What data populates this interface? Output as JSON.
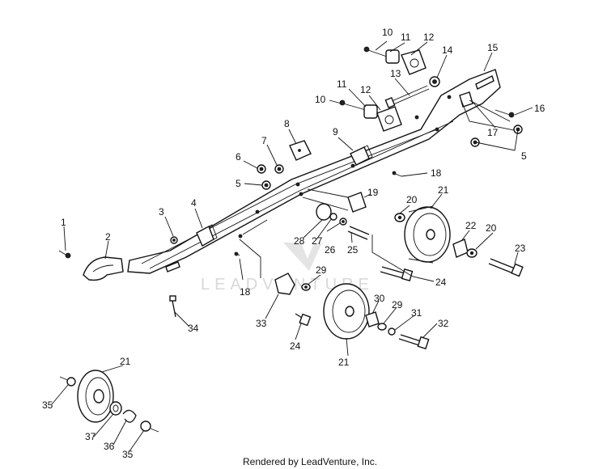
{
  "diagram": {
    "callouts": [
      {
        "id": "c1",
        "text": "1"
      },
      {
        "id": "c2",
        "text": "2"
      },
      {
        "id": "c3",
        "text": "3"
      },
      {
        "id": "c4",
        "text": "4"
      },
      {
        "id": "c5a",
        "text": "5"
      },
      {
        "id": "c5b",
        "text": "5"
      },
      {
        "id": "c6",
        "text": "6"
      },
      {
        "id": "c7",
        "text": "7"
      },
      {
        "id": "c8",
        "text": "8"
      },
      {
        "id": "c9",
        "text": "9"
      },
      {
        "id": "c10a",
        "text": "10"
      },
      {
        "id": "c10b",
        "text": "10"
      },
      {
        "id": "c11a",
        "text": "11"
      },
      {
        "id": "c11b",
        "text": "11"
      },
      {
        "id": "c12a",
        "text": "12"
      },
      {
        "id": "c12b",
        "text": "12"
      },
      {
        "id": "c13",
        "text": "13"
      },
      {
        "id": "c14",
        "text": "14"
      },
      {
        "id": "c15",
        "text": "15"
      },
      {
        "id": "c16",
        "text": "16"
      },
      {
        "id": "c17",
        "text": "17"
      },
      {
        "id": "c18a",
        "text": "18"
      },
      {
        "id": "c18b",
        "text": "18"
      },
      {
        "id": "c19",
        "text": "19"
      },
      {
        "id": "c20a",
        "text": "20"
      },
      {
        "id": "c20b",
        "text": "20"
      },
      {
        "id": "c21a",
        "text": "21"
      },
      {
        "id": "c21b",
        "text": "21"
      },
      {
        "id": "c21c",
        "text": "21"
      },
      {
        "id": "c22",
        "text": "22"
      },
      {
        "id": "c23",
        "text": "23"
      },
      {
        "id": "c24a",
        "text": "24"
      },
      {
        "id": "c24b",
        "text": "24"
      },
      {
        "id": "c25",
        "text": "25"
      },
      {
        "id": "c26",
        "text": "26"
      },
      {
        "id": "c27",
        "text": "27"
      },
      {
        "id": "c28",
        "text": "28"
      },
      {
        "id": "c29a",
        "text": "29"
      },
      {
        "id": "c29b",
        "text": "29"
      },
      {
        "id": "c30",
        "text": "30"
      },
      {
        "id": "c31",
        "text": "31"
      },
      {
        "id": "c32",
        "text": "32"
      },
      {
        "id": "c33",
        "text": "33"
      },
      {
        "id": "c34",
        "text": "34"
      },
      {
        "id": "c35a",
        "text": "35"
      },
      {
        "id": "c35b",
        "text": "35"
      },
      {
        "id": "c36",
        "text": "36"
      },
      {
        "id": "c37",
        "text": "37"
      }
    ],
    "watermark": "LEADVENTURE",
    "footer": "Rendered by LeadVenture, Inc."
  }
}
